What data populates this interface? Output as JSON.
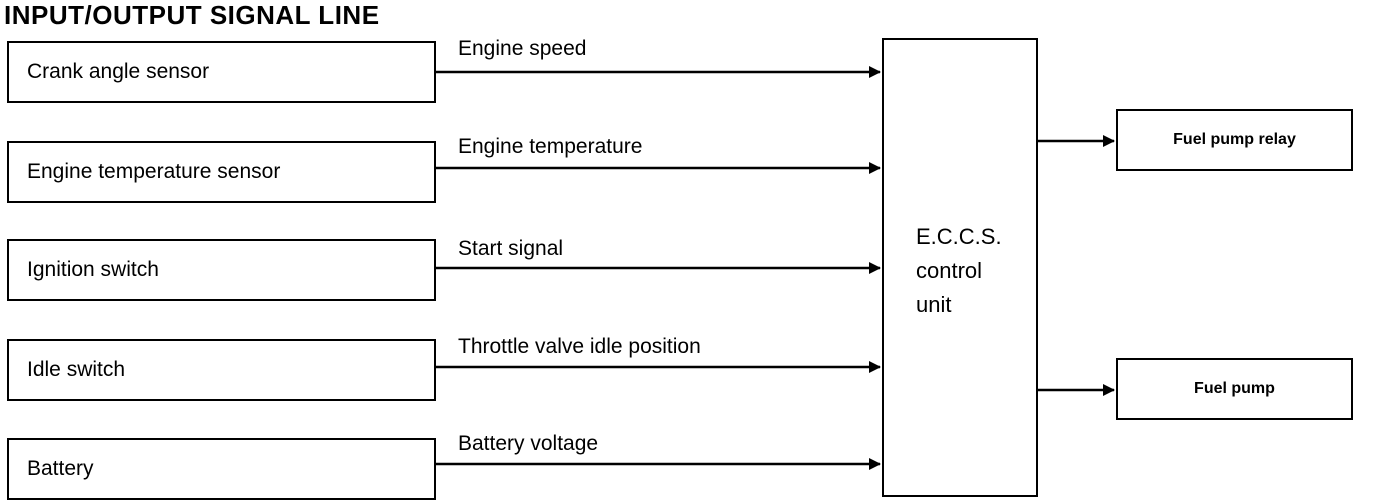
{
  "title": "INPUT/OUTPUT SIGNAL LINE",
  "inputs": [
    {
      "sensor": "Crank angle sensor",
      "signal": "Engine speed"
    },
    {
      "sensor": "Engine temperature sensor",
      "signal": "Engine temperature"
    },
    {
      "sensor": "Ignition switch",
      "signal": "Start signal"
    },
    {
      "sensor": "Idle switch",
      "signal": "Throttle valve idle position"
    },
    {
      "sensor": "Battery",
      "signal": "Battery voltage"
    }
  ],
  "control_unit": {
    "label_lines": [
      "E.C.C.S.",
      "control",
      "unit"
    ]
  },
  "outputs": [
    {
      "label": "Fuel pump relay"
    },
    {
      "label": "Fuel pump"
    }
  ]
}
